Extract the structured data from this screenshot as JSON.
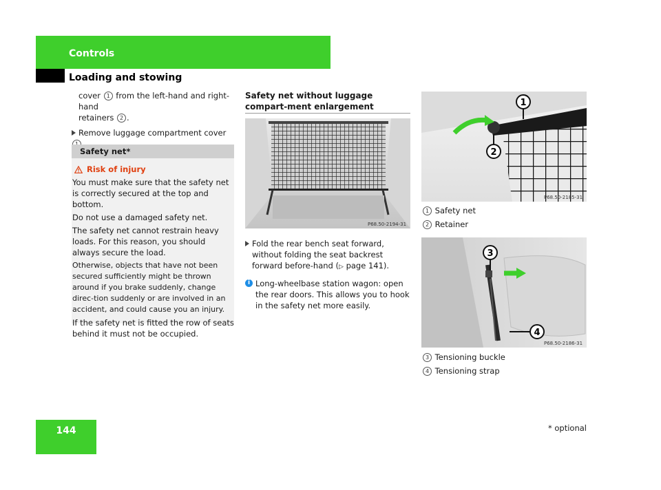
{
  "header": {
    "section": "Controls",
    "subsection": "Loading and stowing"
  },
  "page_number": "144",
  "footnote": "* optional",
  "col1": {
    "intro_a": "cover",
    "intro_b": "from the left-hand and right-hand",
    "intro_c": "retainers",
    "intro_d": ".",
    "step_a": "Remove luggage compartment cover",
    "step_b": ".",
    "callouts": {
      "one": "1",
      "two": "2"
    }
  },
  "safety": {
    "heading": "Safety net*",
    "warning_title": "Risk of injury",
    "paragraphs": [
      "You must make sure that the safety net is correctly secured at the top and bottom.",
      "Do not use a damaged safety net.",
      "The safety net cannot restrain heavy loads. For this reason, you should always secure the load.",
      "Otherwise, objects that have not been secured sufficiently might be thrown around if you brake suddenly, change direc-tion suddenly or are involved in an accident, and could cause you an injury.",
      "If the safety net is fitted the row of seats behind it must not be occupied."
    ]
  },
  "col2": {
    "heading": "Safety net without luggage compart-ment enlargement",
    "image_code": "P68.50-2194-31",
    "step_a": "Fold the rear bench seat forward, without folding the seat backrest forward before-hand (",
    "step_ref": "page 141",
    "step_b": ").",
    "info": "Long-wheelbase station wagon: open the rear doors. This allows you to hook in the safety net more easily."
  },
  "col3": {
    "image1_code": "P68.50-2185-31",
    "image2_code": "P68.50-2186-31",
    "callout_nums": {
      "c1": "1",
      "c2": "2",
      "c3": "3",
      "c4": "4"
    },
    "legend1": [
      {
        "num": "1",
        "label": "Safety net"
      },
      {
        "num": "2",
        "label": "Retainer"
      }
    ],
    "legend2": [
      {
        "num": "3",
        "label": "Tensioning buckle"
      },
      {
        "num": "4",
        "label": "Tensioning strap"
      }
    ]
  }
}
